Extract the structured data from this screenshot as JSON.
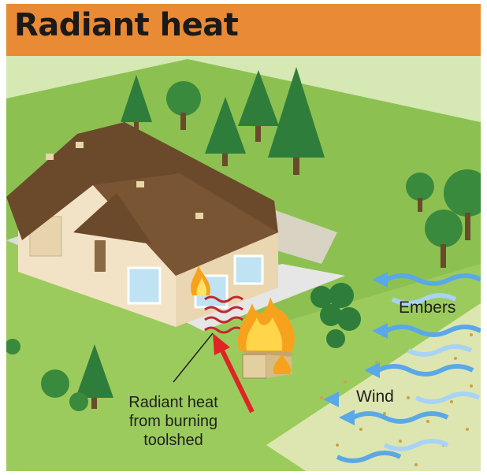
{
  "header": {
    "title": "Radiant heat"
  },
  "labels": {
    "embers": "Embers",
    "wind": "Wind",
    "radiant_line1": "Radiant heat",
    "radiant_line2": "from burning",
    "radiant_line3": "toolshed"
  },
  "colors": {
    "header": "#e98a35",
    "grass": "#8cc152",
    "yard": "#a8d16a",
    "roof": "#6b4a2b",
    "wall": "#f3e3c6",
    "fire": "#f7a21c",
    "arrow_red": "#e02424",
    "wind_blue": "#5aa8e6"
  },
  "icons": [
    "tree-icon",
    "house-icon",
    "toolshed-icon",
    "flame-icon",
    "wind-arrow-icon",
    "heat-wave-icon"
  ]
}
